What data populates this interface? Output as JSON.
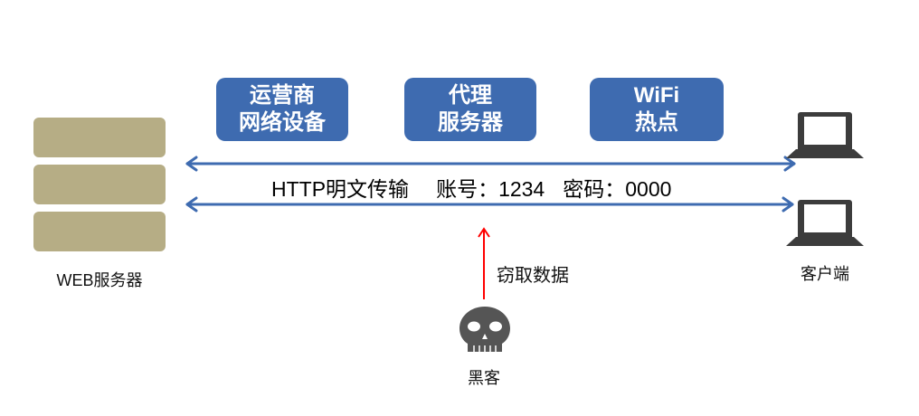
{
  "server": {
    "label": "WEB服务器"
  },
  "intermediaries": [
    {
      "line1": "运营商",
      "line2": "网络设备"
    },
    {
      "line1": "代理",
      "line2": "服务器"
    },
    {
      "line1": "WiFi",
      "line2": "热点"
    }
  ],
  "transfer": {
    "protocol": "HTTP明文传输",
    "account": "账号：1234",
    "password": "密码：0000"
  },
  "client": {
    "label": "客户端"
  },
  "attack": {
    "label": "窃取数据"
  },
  "hacker": {
    "label": "黑客"
  },
  "colors": {
    "server": "#b6ad85",
    "node": "#3e6bb0",
    "arrow": "#3e6bb0",
    "attack": "#ff0000",
    "icon": "#3c3c3c"
  }
}
